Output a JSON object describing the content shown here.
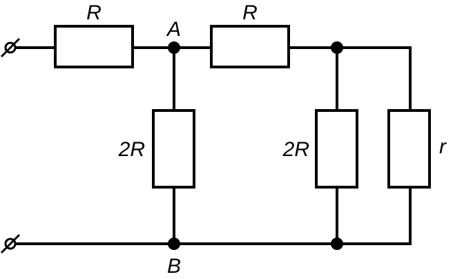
{
  "labels": {
    "top_left_resistor": "R",
    "top_middle_resistor": "R",
    "left_vertical_resistor": "2R",
    "middle_vertical_resistor": "2R",
    "right_vertical_resistor": "r",
    "node_a": "A",
    "node_b": "B"
  }
}
